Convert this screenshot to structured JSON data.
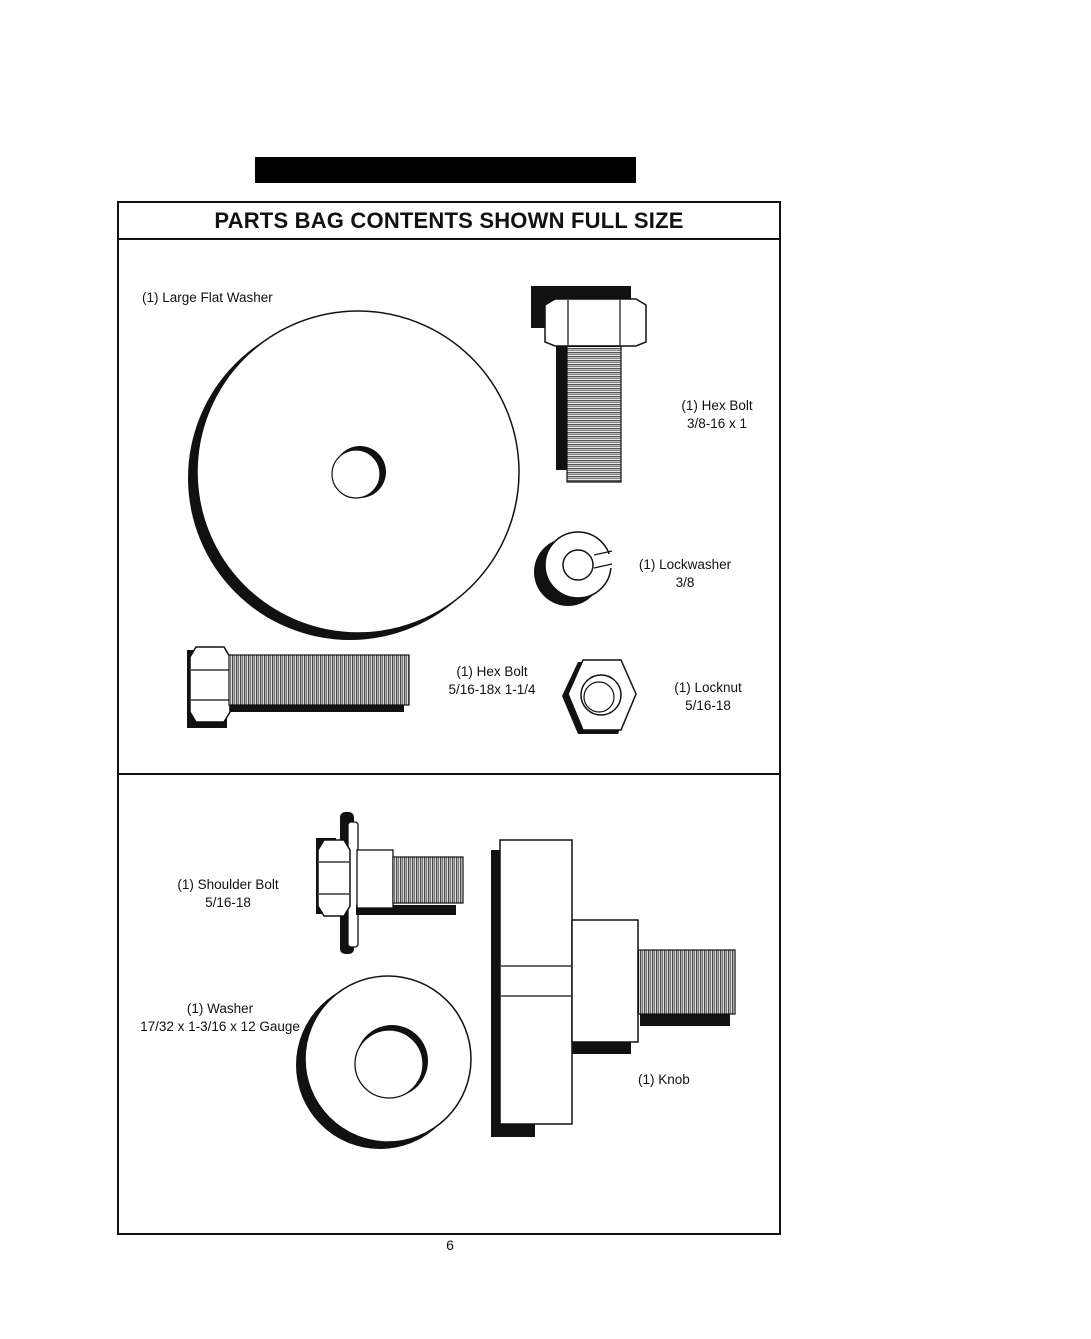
{
  "page": {
    "title": "PARTS BAG CONTENTS SHOWN FULL SIZE",
    "page_number": "6"
  },
  "parts": {
    "large_flat_washer": {
      "label": "(1) Large Flat Washer"
    },
    "hex_bolt_38": {
      "label": "(1) Hex Bolt",
      "size": "3/8-16 x 1"
    },
    "lockwasher": {
      "label": "(1) Lockwasher",
      "size": "3/8"
    },
    "hex_bolt_516": {
      "label": "(1) Hex Bolt",
      "size": "5/16-18x 1-1/4"
    },
    "locknut": {
      "label": "(1) Locknut",
      "size": "5/16-18"
    },
    "shoulder_bolt": {
      "label": "(1) Shoulder Bolt",
      "size": "5/16-18"
    },
    "washer": {
      "label": "(1) Washer",
      "size": "17/32 x 1-3/16 x 12 Gauge"
    },
    "knob": {
      "label": "(1) Knob"
    }
  },
  "colors": {
    "ink": "#111111",
    "paper": "#ffffff"
  }
}
